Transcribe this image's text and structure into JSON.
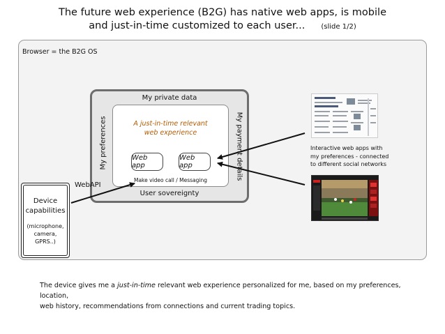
{
  "title": {
    "line1": "The future web experience (B2G) has native web apps, is mobile",
    "line2": "and just-in-time customized to each user...",
    "slide": "(slide 1/2)"
  },
  "os_label": "Browser = the B2G OS",
  "private_data": {
    "title": "My private data",
    "experience_line1": "A just-in-time relevant",
    "experience_line2": "web experience",
    "webapp1": "Web app",
    "webapp2": "Web app",
    "messaging": "Make video call / Messaging",
    "left_label": "My preferences",
    "right_label": "My payment details",
    "bottom_label": "User sovereignty"
  },
  "webapi_label": "WebAPI",
  "device": {
    "title_line1": "Device",
    "title_line2": "capabilities",
    "sub_line1": "(microphone,",
    "sub_line2": "camera,",
    "sub_line3": "GPRS..)"
  },
  "interactive_note": {
    "line1": "Interactive web apps with",
    "line2": "my preferences - connected",
    "line3": "to different social networks"
  },
  "footer": {
    "line1_before": "The device gives me a ",
    "line1_italic": "just-in-time",
    "line1_after": " relevant web experience personalized for me, based on my preferences, location,",
    "line2": "web history, recommendations from connections and current trading topics."
  },
  "colors": {
    "accent_orange": "#b35a00",
    "box_border": "#6d6d6d",
    "os_background": "#f3f3f3"
  }
}
